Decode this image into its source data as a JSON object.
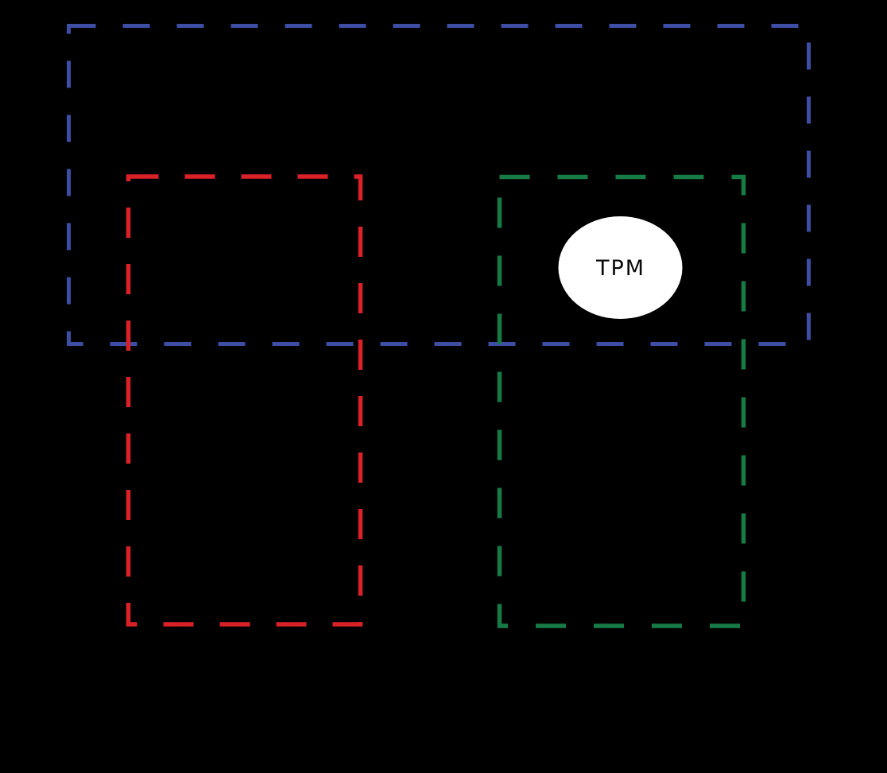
{
  "diagram": {
    "background_color": "#000000",
    "tpm": {
      "label": "TPM",
      "fill_color": "#ffffff",
      "text_color": "#0a0a0a"
    },
    "regions": [
      {
        "id": "outer-dashed-boundary",
        "color": "#3d4ea4",
        "style": "dashed"
      },
      {
        "id": "left-dashed-region",
        "color": "#d92127",
        "style": "dashed"
      },
      {
        "id": "right-dashed-region",
        "color": "#177b46",
        "style": "dashed"
      }
    ]
  }
}
